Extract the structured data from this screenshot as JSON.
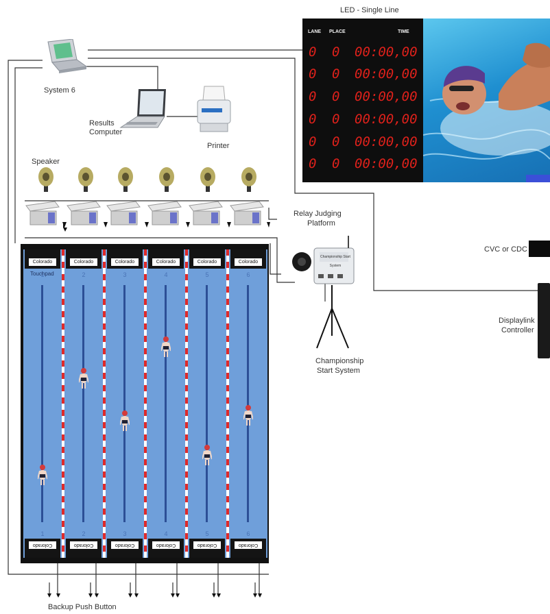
{
  "scoreboard": {
    "title": "LED - Single Line",
    "headers": {
      "lane": "LANE",
      "place": "PLACE",
      "time": "TIME"
    },
    "rows": [
      {
        "lane": "0",
        "place": "0",
        "time": "00:00,00"
      },
      {
        "lane": "0",
        "place": "0",
        "time": "00:00,00"
      },
      {
        "lane": "0",
        "place": "0",
        "time": "00:00,00"
      },
      {
        "lane": "0",
        "place": "0",
        "time": "00:00,00"
      },
      {
        "lane": "0",
        "place": "0",
        "time": "00:00,00"
      },
      {
        "lane": "0",
        "place": "0",
        "time": "00:00,00"
      }
    ]
  },
  "labels": {
    "system6": "System 6",
    "results_computer_line1": "Results",
    "results_computer_line2": "Computer",
    "printer": "Printer",
    "speaker": "Speaker",
    "relay_line1": "Relay Judging",
    "relay_line2": "Platform",
    "start_system_line1": "Championship",
    "start_system_line2": "Start System",
    "start_box_text": "Championship Start System",
    "cvc": "CVC or CDC",
    "displaylink_line1": "Displaylink",
    "displaylink_line2": "Controller",
    "backup": "Backup Push Button",
    "touchpad": "Touchpad"
  },
  "pool": {
    "pad_brand": "Colorado",
    "lanes": [
      "1",
      "2",
      "3",
      "4",
      "5",
      "6"
    ],
    "swimmers": [
      {
        "lane": 1,
        "progress": 0.78
      },
      {
        "lane": 2,
        "progress": 0.39
      },
      {
        "lane": 3,
        "progress": 0.56
      },
      {
        "lane": 4,
        "progress": 0.26
      },
      {
        "lane": 5,
        "progress": 0.7
      },
      {
        "lane": 6,
        "progress": 0.54
      }
    ]
  },
  "colors": {
    "led_red": "#e0211b",
    "pool_blue": "#6f9fda",
    "rope_red": "#e02a2a"
  }
}
